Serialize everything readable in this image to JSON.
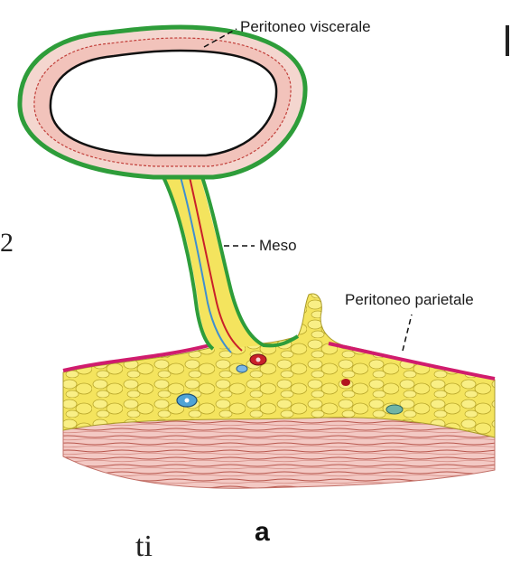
{
  "labels": {
    "visceral": "Peritoneo viscerale",
    "meso": "Meso",
    "parietal": "Peritoneo parietale"
  },
  "side_number": "2",
  "panel_letter": "a",
  "bottom_fragment": "ti",
  "colors": {
    "peritoneum_visceral": "#2e9d3a",
    "peritoneum_parietal": "#d01c6e",
    "fat": "#f2e25a",
    "fat_outline": "#b8a62a",
    "muscle": "#e9a7a3",
    "muscle_line": "#a8483f",
    "artery": "#c9202a",
    "vein": "#3f8fd0",
    "bowel_wall": "#f4d6cf"
  }
}
